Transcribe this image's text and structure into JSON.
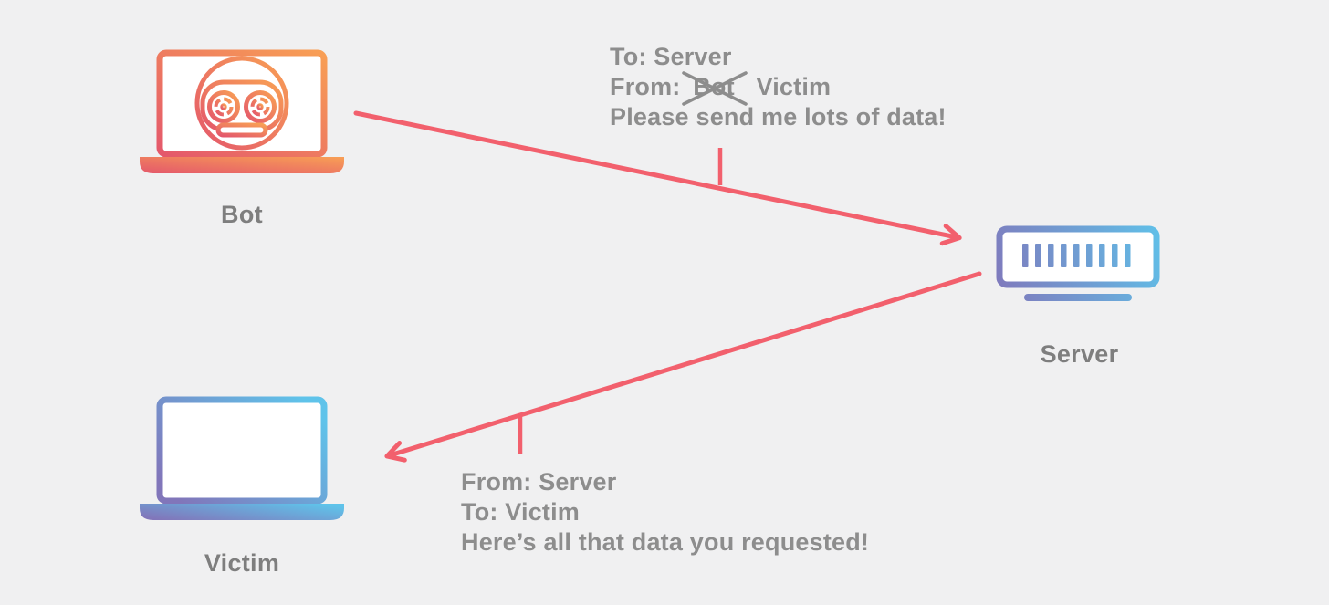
{
  "colors": {
    "bg": "#f0f0f1",
    "arrow": "#f2606d",
    "message_text": "#8d8d8d",
    "label_text": "#7e7e7e",
    "bot_grad_start": "#e4586b",
    "bot_grad_end": "#f89f55",
    "blue_grad_start": "#8176ba",
    "blue_grad_end": "#5fc3ea",
    "icon_screen_fill": "#ffffff"
  },
  "nodes": {
    "bot": {
      "label": "Bot",
      "icon": "bot-laptop-icon"
    },
    "server": {
      "label": "Server",
      "icon": "server-icon"
    },
    "victim": {
      "label": "Victim",
      "icon": "laptop-icon"
    }
  },
  "messages": {
    "request": {
      "line1": "To: Server",
      "line2_prefix": "From:",
      "line2_crossed": "Bot",
      "line2_suffix": "Victim",
      "line3": "Please send me lots of data!"
    },
    "response": {
      "line1": "From: Server",
      "line2": "To: Victim",
      "line3": "Here’s all that data you requested!"
    }
  }
}
